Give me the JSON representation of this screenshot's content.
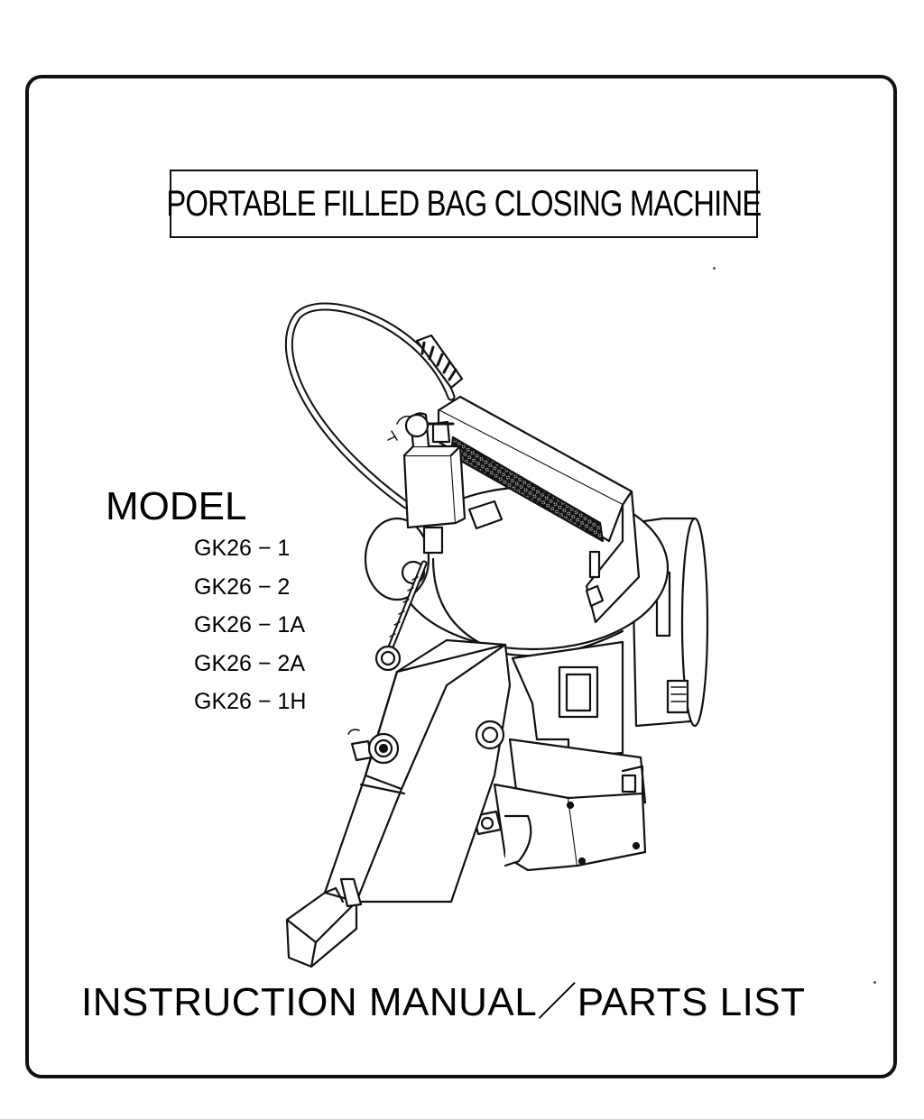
{
  "header": {
    "title": "PORTABLE FILLED BAG CLOSING MACHINE"
  },
  "model": {
    "heading": "MODEL",
    "items": [
      "GK26 − 1",
      "GK26 − 2",
      "GK26 − 1A",
      "GK26 − 2A",
      "GK26 − 1H"
    ]
  },
  "footer": {
    "title": "INSTRUCTION MANUAL／PARTS LIST"
  }
}
